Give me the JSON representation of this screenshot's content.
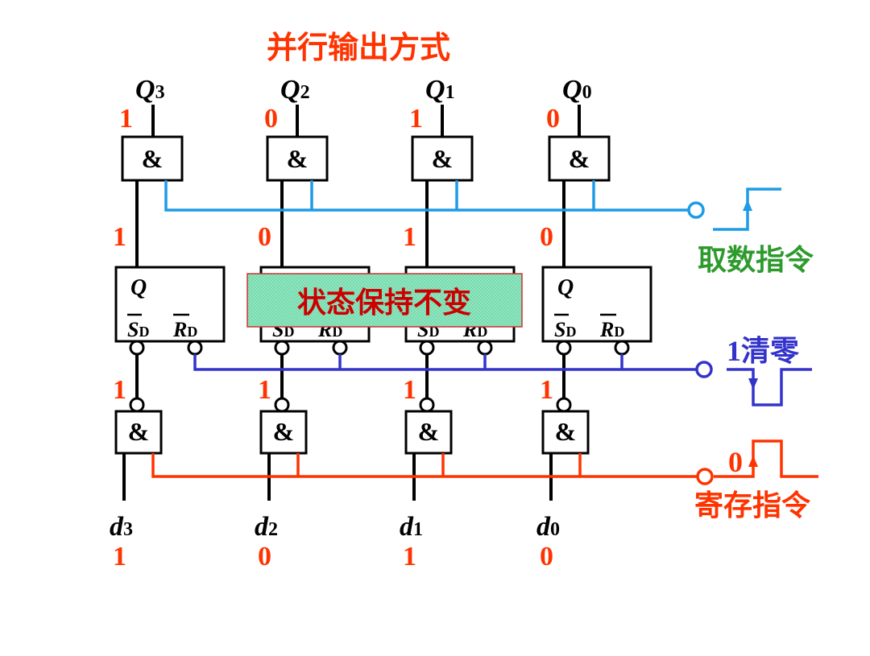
{
  "title": "并行输出方式",
  "outputs": [
    {
      "label": "Q",
      "sub": "3",
      "value": "1"
    },
    {
      "label": "Q",
      "sub": "2",
      "value": "0"
    },
    {
      "label": "Q",
      "sub": "1",
      "value": "1"
    },
    {
      "label": "Q",
      "sub": "0",
      "value": "0"
    }
  ],
  "gate_symbol": "&",
  "ff_q_values": [
    "1",
    "0",
    "1",
    "0"
  ],
  "ff_labels": {
    "q": "Q",
    "sd": "S",
    "rd": "R",
    "sub": "D"
  },
  "set_values": [
    "1",
    "1",
    "1",
    "1"
  ],
  "inputs": [
    {
      "label": "d",
      "sub": "3",
      "value": "1"
    },
    {
      "label": "d",
      "sub": "2",
      "value": "0"
    },
    {
      "label": "d",
      "sub": "1",
      "value": "1"
    },
    {
      "label": "d",
      "sub": "0",
      "value": "0"
    }
  ],
  "fetch_label": "取数指令",
  "clear_value": "1",
  "clear_label": "清零",
  "store_value": "0",
  "store_label": "寄存指令",
  "banner": "状态保持不变",
  "colors": {
    "fetch_line": "#1e9be6",
    "clear_line": "#3333cc",
    "store_line": "#ff3300",
    "banner_fill": "#8fe6bf",
    "banner_text": "#cc0000"
  }
}
